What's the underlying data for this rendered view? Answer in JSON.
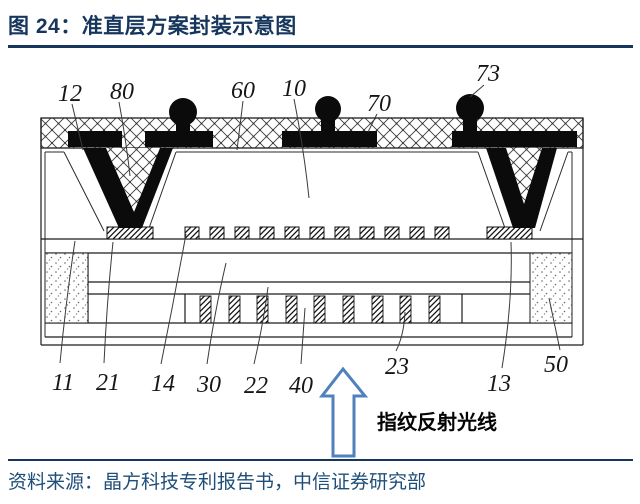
{
  "figure": {
    "title": "图 24：准直层方案封装示意图",
    "source": "资料来源：晶方科技专利报告书，中信证券研究部",
    "arrow_caption": "指纹反射光线",
    "colors": {
      "title_navy": "#17365d",
      "source_blue": "#1f4e79",
      "arrow_blue": "#4f81bd",
      "diagram_line": "#1c1c1c"
    },
    "reference_labels": {
      "top": [
        "12",
        "80",
        "60",
        "10",
        "70",
        "73"
      ],
      "bottom": [
        "11",
        "21",
        "14",
        "30",
        "22",
        "40",
        "23",
        "13",
        "50"
      ]
    }
  }
}
